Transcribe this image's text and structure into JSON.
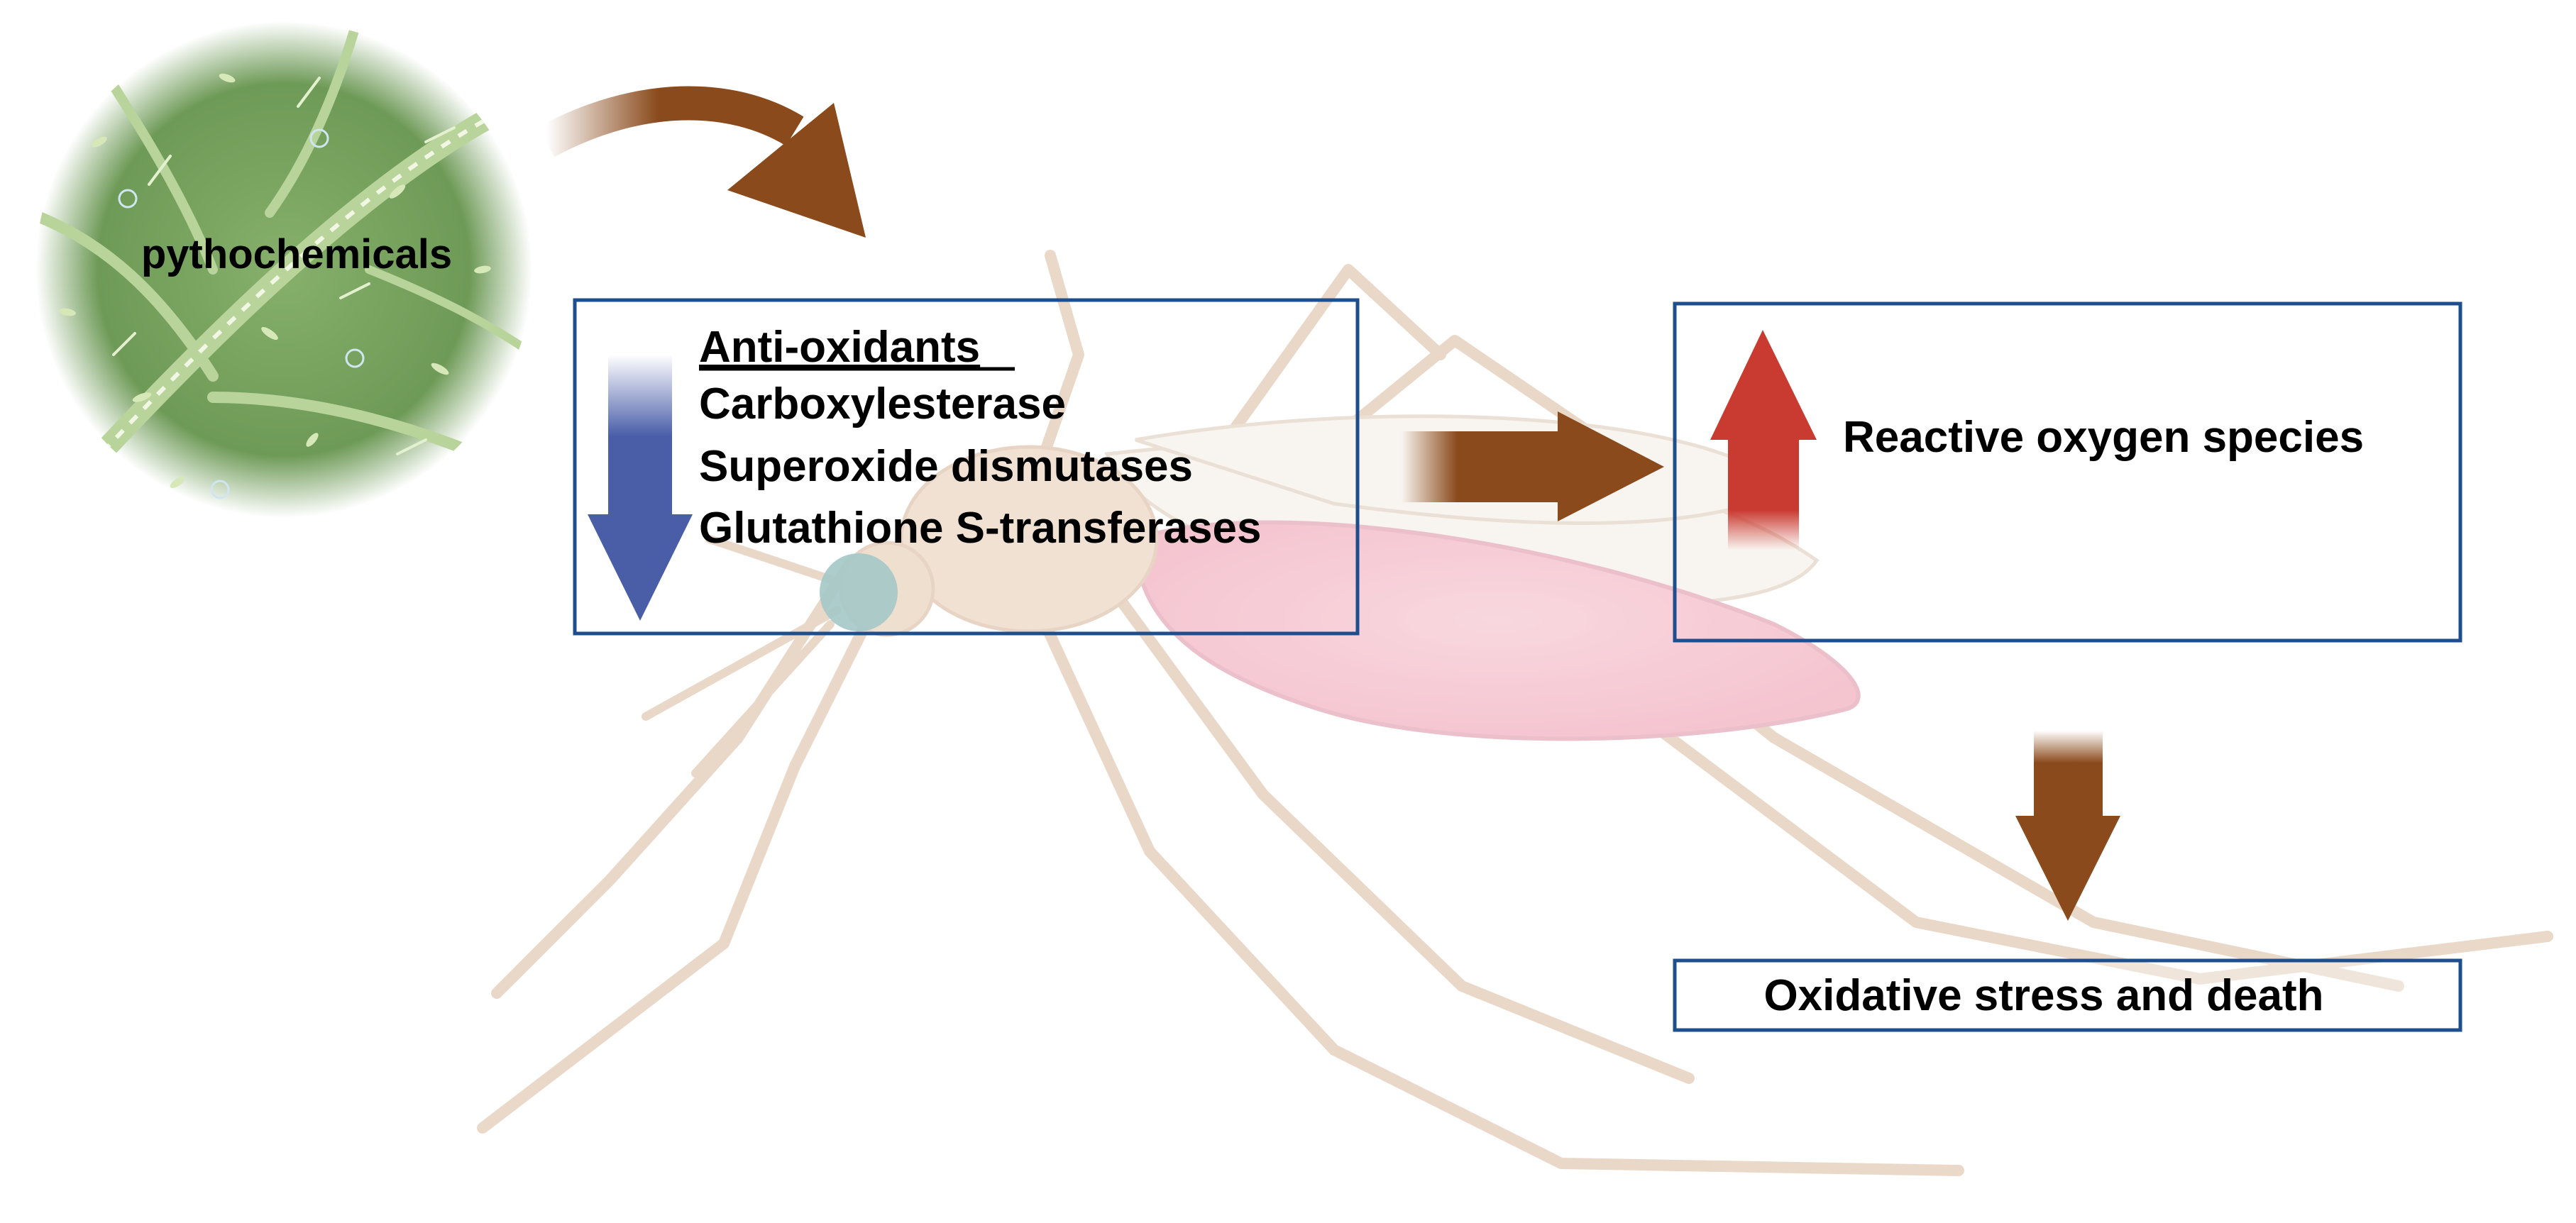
{
  "source_label": "pythochemicals",
  "antioxidant_box": {
    "heading": "Anti-oxidants",
    "items": [
      "Carboxylesterase",
      "Superoxide dismutases",
      "Glutathione S-transferases"
    ]
  },
  "ros_box": {
    "label": "Reactive oxygen species"
  },
  "outcome_box": {
    "label": "Oxidative stress and death"
  },
  "colors": {
    "box_border": "#1f4e8c",
    "brown_arrow": "#8a4a1c",
    "blue_arrow": "#4a5ea8",
    "red_arrow": "#c93a30",
    "leaf_green": "#7ea764",
    "mosquito_body": "#e3cbb4",
    "mosquito_abdomen": "#f0a2b2"
  },
  "icons": {
    "decrease": "down-arrow-icon",
    "increase": "up-arrow-icon",
    "flow": "right-arrow-icon"
  }
}
